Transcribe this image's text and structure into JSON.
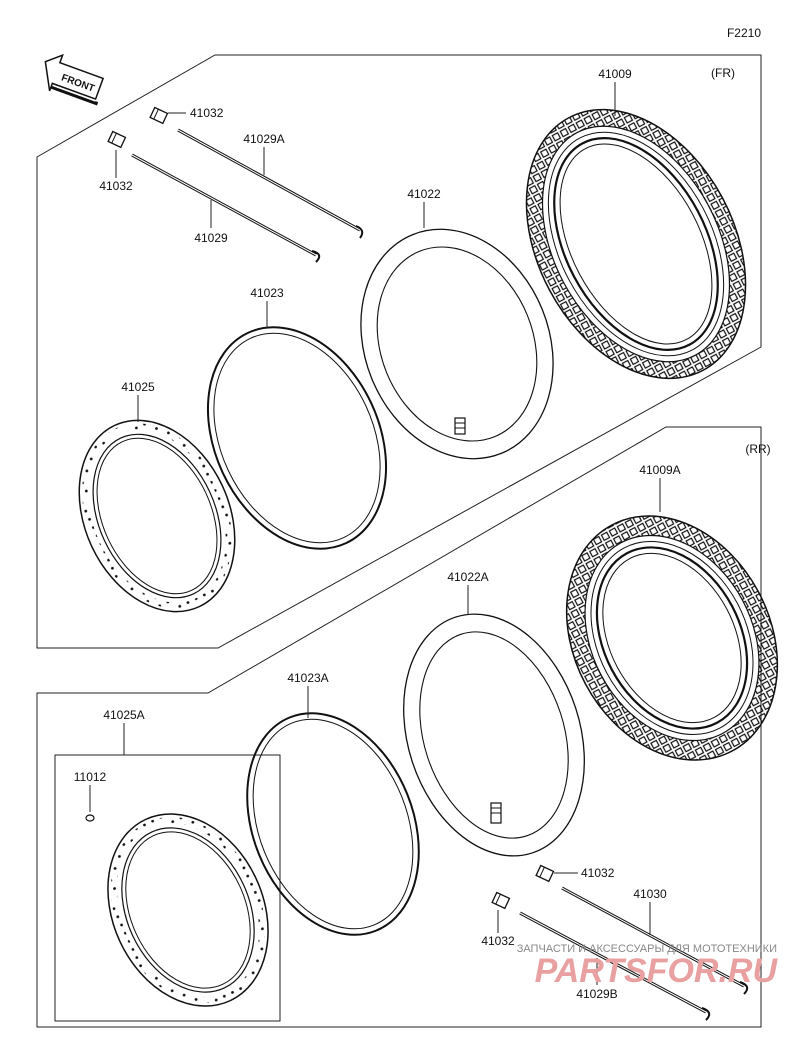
{
  "diagram_code": "F2210",
  "front_arrow_text": "FRONT",
  "sections": {
    "front": "(FR)",
    "rear": "(RR)"
  },
  "parts": {
    "p41009": "41009",
    "p41009A": "41009A",
    "p41022": "41022",
    "p41022A": "41022A",
    "p41023": "41023",
    "p41023A": "41023A",
    "p41025": "41025",
    "p41025A": "41025A",
    "p41029": "41029",
    "p41029A": "41029A",
    "p41029B": "41029B",
    "p41030": "41030",
    "p41032_fr_top": "41032",
    "p41032_fr_left": "41032",
    "p41032_rr_top": "41032",
    "p41032_rr_bottom": "41032",
    "p11012": "11012"
  },
  "watermark": {
    "subtitle": "ЗАПЧАСТИ И АКСЕССУАРЫ ДЛЯ МОТОТЕХНИКИ",
    "brand": "PARTSFOR.RU"
  }
}
